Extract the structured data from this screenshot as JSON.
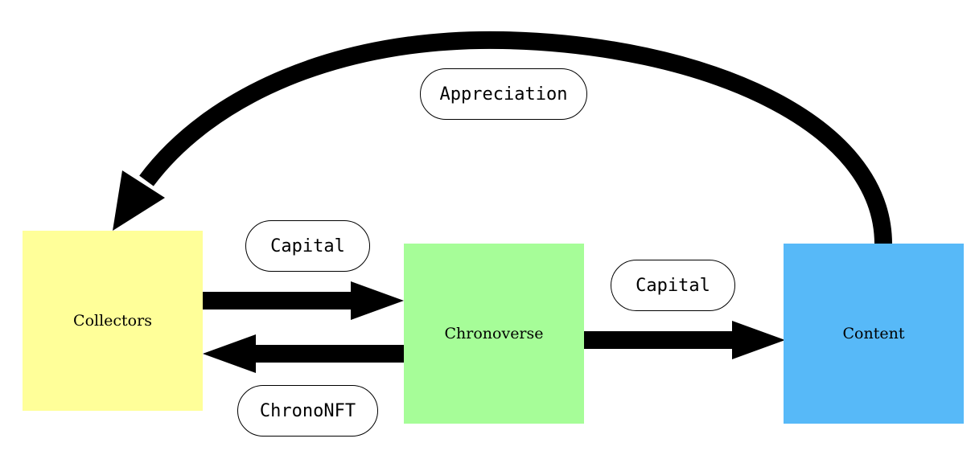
{
  "nodes": {
    "collectors": {
      "label": "Collectors",
      "color": "#ffff99"
    },
    "chronoverse": {
      "label": "Chronoverse",
      "color": "#a6fd98"
    },
    "content": {
      "label": "Content",
      "color": "#57b9f8"
    }
  },
  "edges": {
    "appreciation": {
      "label": "Appreciation",
      "from": "Content",
      "to": "Collectors"
    },
    "capital_1": {
      "label": "Capital",
      "from": "Collectors",
      "to": "Chronoverse"
    },
    "chrononft": {
      "label": "ChronoNFT",
      "from": "Chronoverse",
      "to": "Collectors"
    },
    "capital_2": {
      "label": "Capital",
      "from": "Chronoverse",
      "to": "Content"
    }
  },
  "colors": {
    "arrow": "#000000",
    "background": "#ffffff"
  }
}
